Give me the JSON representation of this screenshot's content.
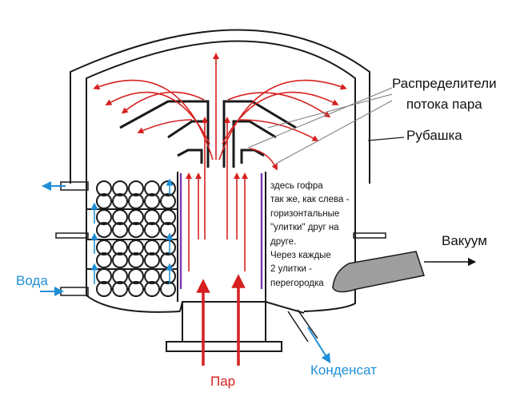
{
  "labels": {
    "distributors": "Распределители\nпотока пара",
    "jacket": "Рубашка",
    "vacuum": "Вакуум",
    "water": "Вода",
    "steam": "Пар",
    "condensate": "Конденсат"
  },
  "note": "здесь гофра\nтак же, как слева -\nгоризонтальные\n\"улитки\" друг на\nдруге.\nЧерез каждые\n2 улитки -\nперегородка",
  "colors": {
    "outline": "#1a1a1a",
    "steam_arrow": "#d62020",
    "water_arrow": "#1f8fd6",
    "baffle": "#7a3fb0",
    "pipe_fill": "#9e9e9e"
  }
}
